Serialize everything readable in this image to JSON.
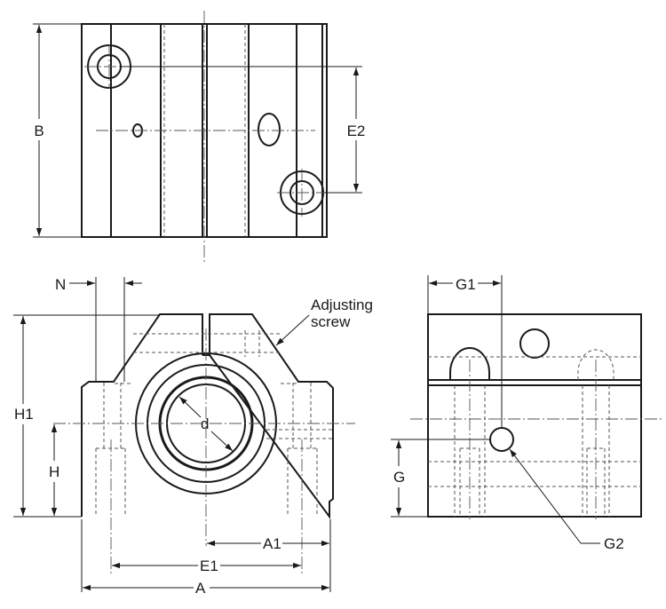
{
  "labels": {
    "B": "B",
    "E2": "E2",
    "N": "N",
    "adjusting_line1": "Adjusting",
    "adjusting_line2": "screw",
    "H1": "H1",
    "H": "H",
    "d": "d",
    "A1": "A1",
    "E1": "E1",
    "A": "A",
    "G1": "G1",
    "G": "G",
    "G2": "G2"
  }
}
